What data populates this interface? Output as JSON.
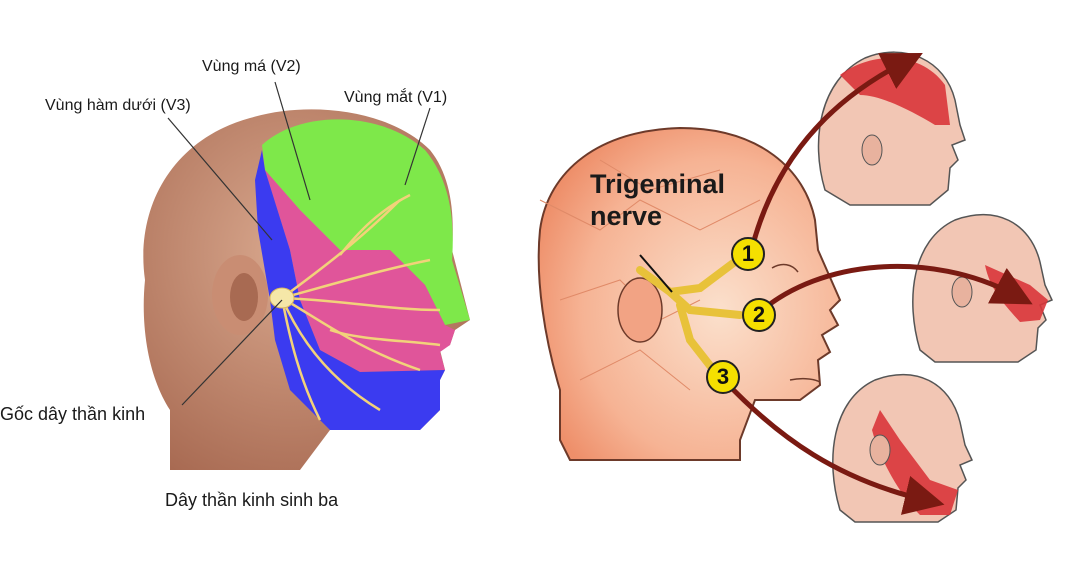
{
  "left_diagram": {
    "labels": {
      "v2": "Vùng má (V2)",
      "v3": "Vùng hàm dưới (V3)",
      "v1": "Vùng mắt (V1)",
      "root": "Gốc dây thần kinh",
      "nerve": "Dây thần kinh sinh ba"
    },
    "region_colors": {
      "v1": "#7ee84a",
      "v2": "#e0559a",
      "v3": "#3b3bf0",
      "nerve": "#f2d27a"
    }
  },
  "right_diagram": {
    "title_line1": "Trigeminal",
    "title_line2": "nerve",
    "branches": [
      "1",
      "2",
      "3"
    ],
    "colors": {
      "head": "#f4a985",
      "highlight": "#d9353a",
      "arrow": "#7a1a12",
      "badge": "#f5e000"
    }
  }
}
